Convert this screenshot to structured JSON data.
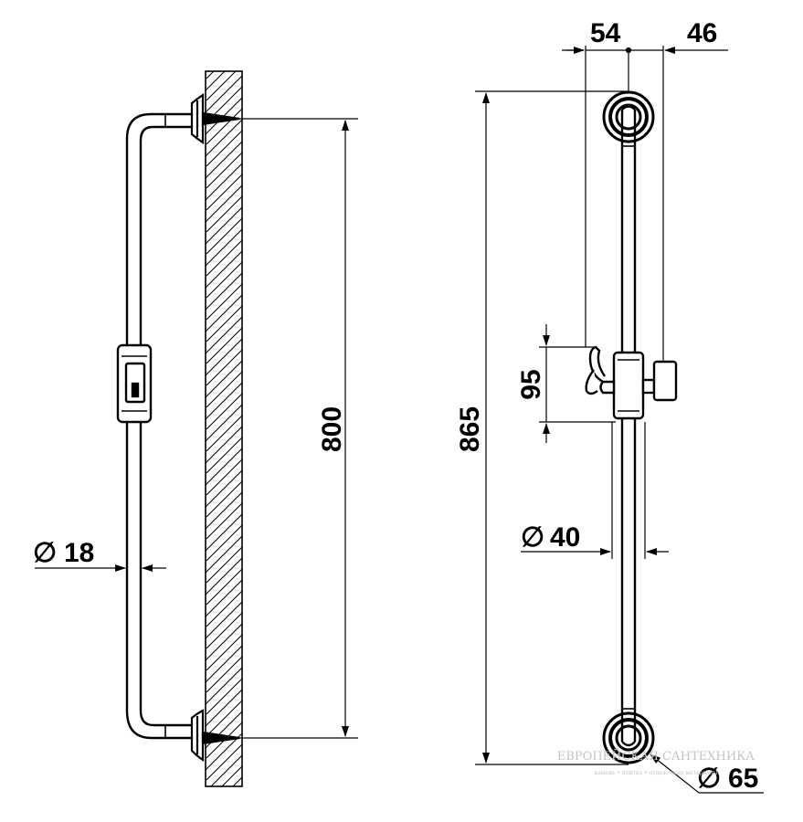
{
  "dimensions": {
    "left_height": "800",
    "tube_diameter": "18",
    "total_height": "865",
    "slider_height": "95",
    "bar_diameter": "40",
    "offset_left": "54",
    "offset_right": "46",
    "flange_diameter": "65"
  },
  "diameter_symbol": "∅",
  "watermark": {
    "line1": "ЕВРОПЕЙСКАЯ САНТЕХНИКА",
    "line2": "камень • плитка • отделочные материалы"
  },
  "colors": {
    "ink": "#000000",
    "watermark": "#c4c4c4",
    "background": "#ffffff"
  }
}
